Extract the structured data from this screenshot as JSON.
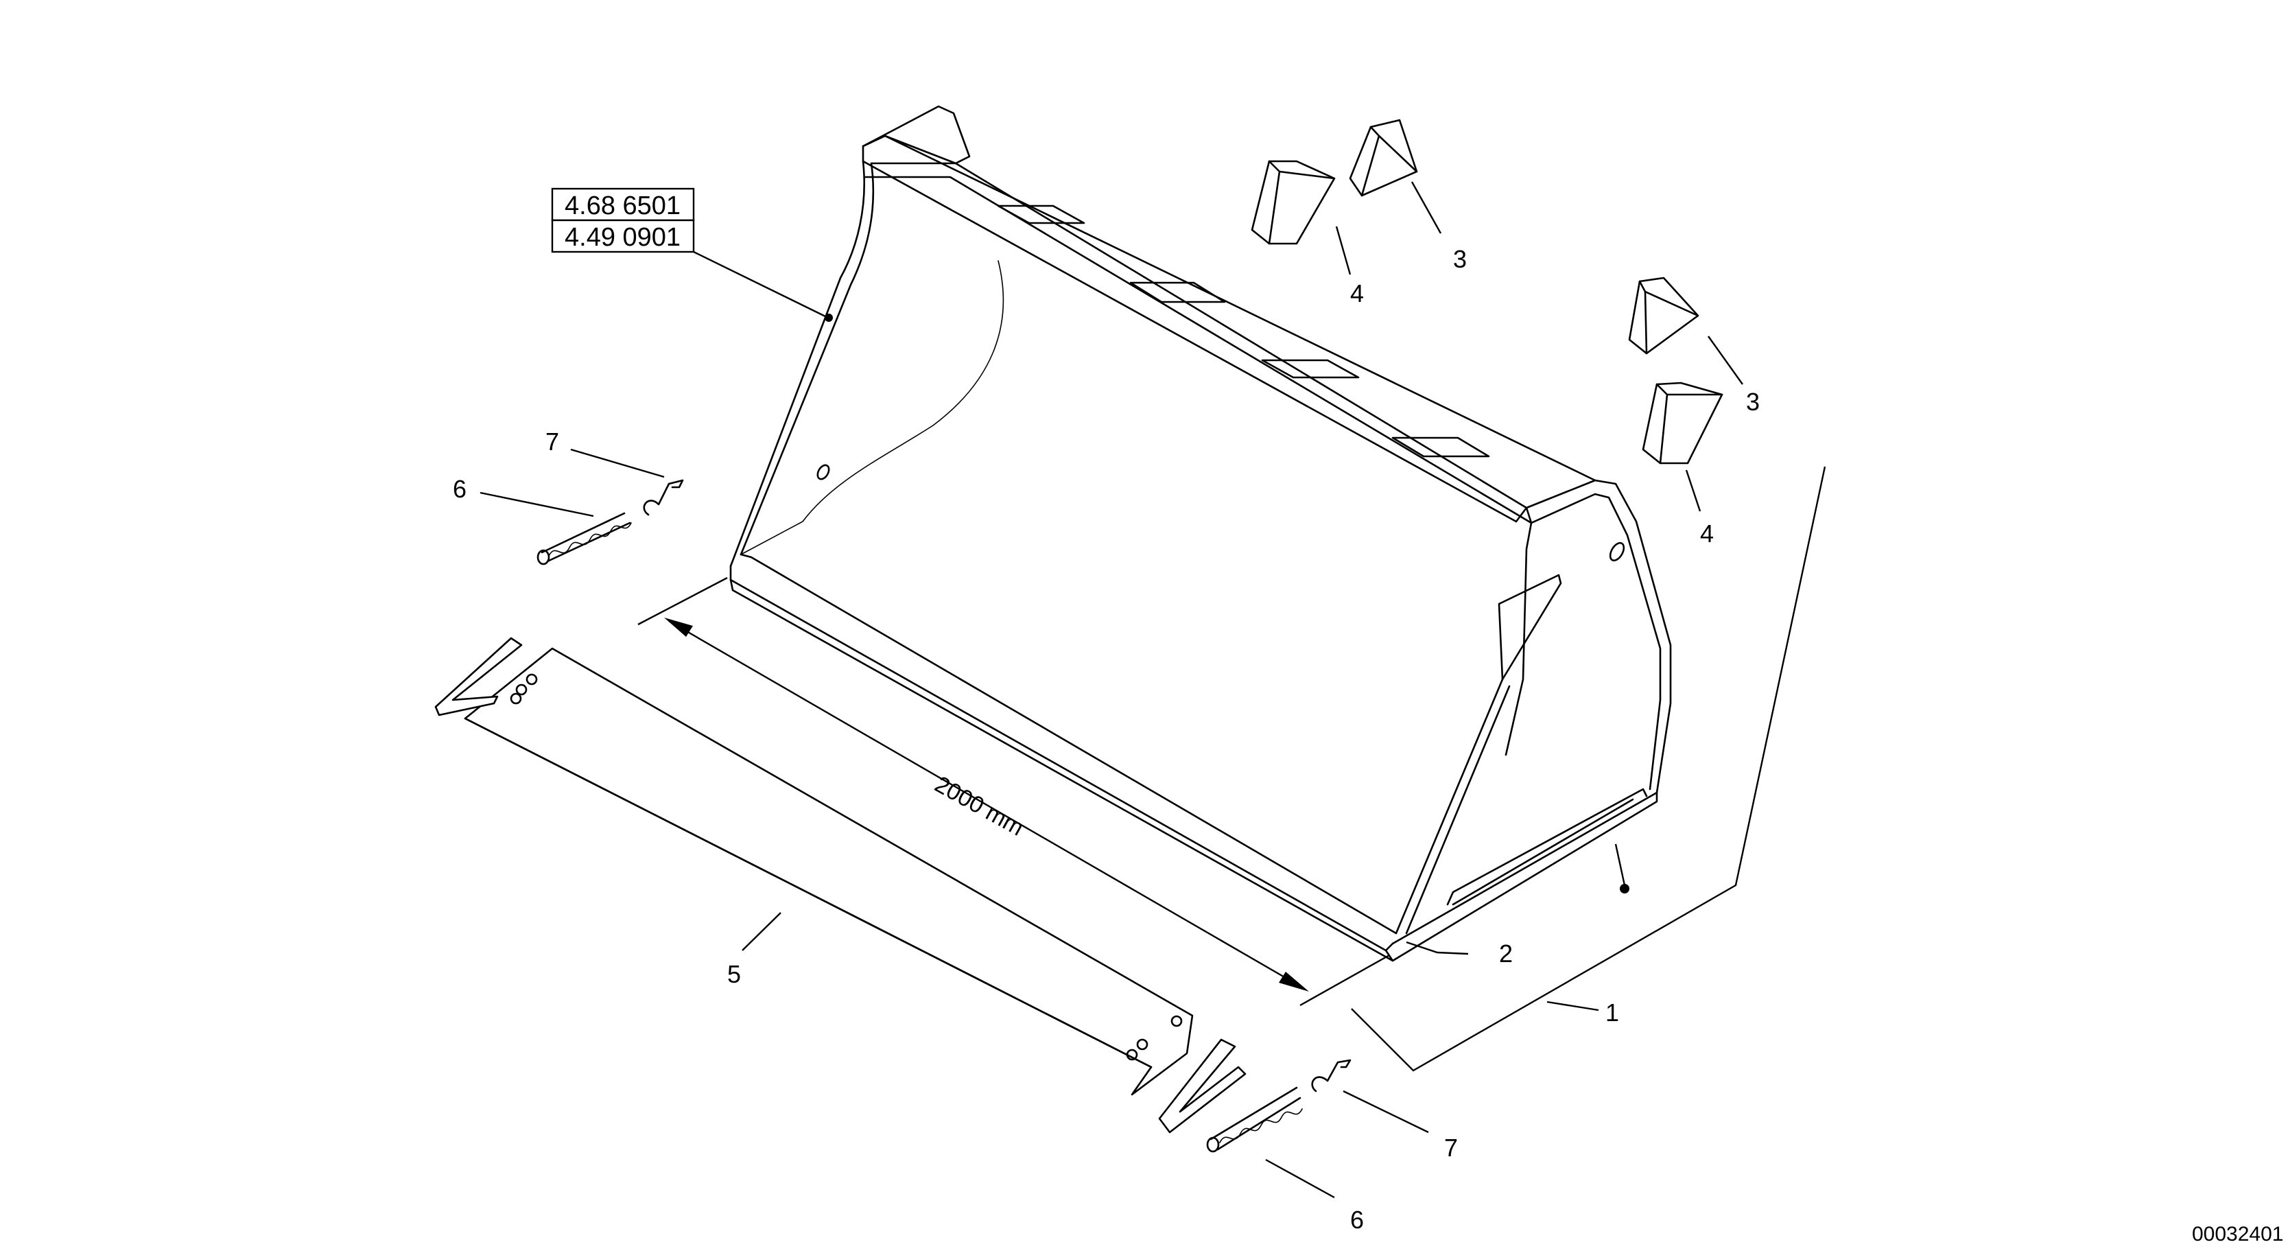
{
  "refs": {
    "ref_1": "4.68 6501",
    "ref_2": "4.49 0901"
  },
  "dimension": "2000 mm",
  "callouts": {
    "bucket": "1",
    "cutting_edge": "2",
    "wear_block_upper_left": "3",
    "wear_block_upper_right": "3",
    "wear_block_lower_left": "4",
    "wear_block_lower_right": "4",
    "edge_protector": "5",
    "spring_left": "6",
    "spring_right": "6",
    "clip_left": "7",
    "clip_right": "7"
  },
  "doc_number": "00032401"
}
